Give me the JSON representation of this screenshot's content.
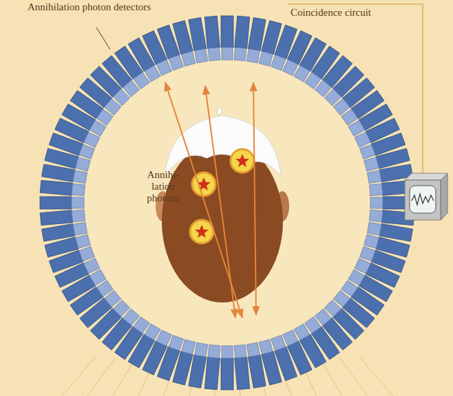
{
  "diagram": {
    "labels": [
      "Annihilation photon detectors",
      "Coincidence circuit",
      "Annihi- lation photons"
    ]
  }
}
